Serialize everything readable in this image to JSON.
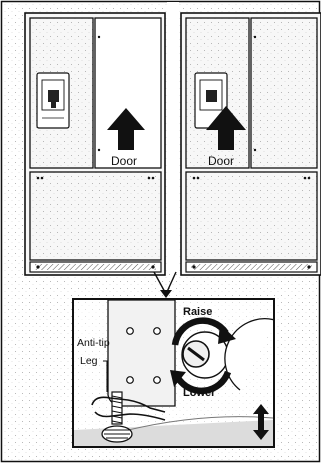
{
  "figure": {
    "left_panel": {
      "door_label": "Door"
    },
    "right_panel": {
      "door_label": "Door"
    },
    "detail": {
      "raise_label": "Raise",
      "lower_label": "Lower",
      "part_label_line1": "Anti-tip",
      "part_label_line2": "Leg"
    }
  },
  "colors": {
    "line": "#111111",
    "fill_light": "#f4f4f4",
    "fill_dark": "#1a1a1a",
    "background": "#ffffff"
  }
}
